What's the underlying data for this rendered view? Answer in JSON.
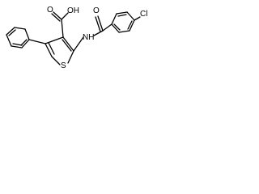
{
  "molecule": {
    "atoms": {
      "carboxyl_o": "O",
      "carboxyl_oh": "OH",
      "amide_o": "O",
      "amide_nh": "NH",
      "chlorine": "Cl",
      "ring_s": "S"
    }
  },
  "colors": {
    "bond": "#000000",
    "background": "#ffffff"
  }
}
